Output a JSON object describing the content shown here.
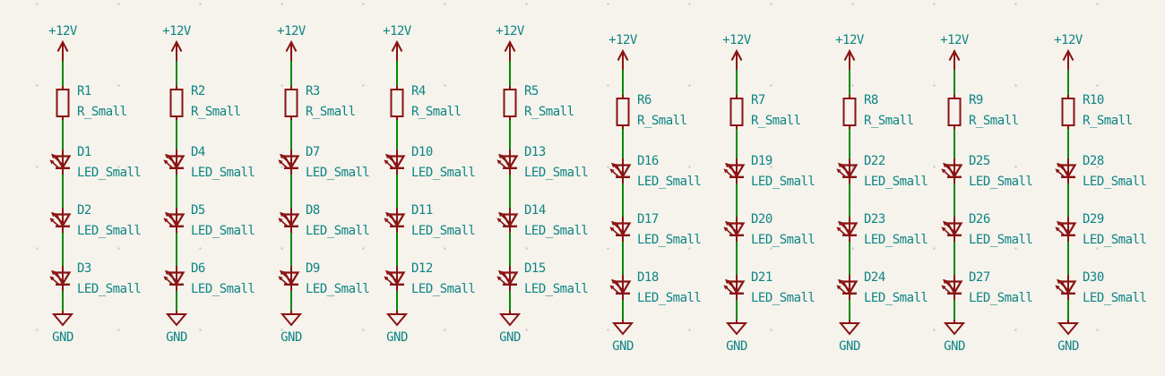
{
  "schematic": {
    "power_net": "+12V",
    "ground_net": "GND",
    "colors": {
      "background": "#f5f3ec",
      "wire": "#008a00",
      "symbol": "#8a1212",
      "text": "#0e8484"
    },
    "columns": [
      {
        "resistor": {
          "ref": "R1",
          "value": "R_Small"
        },
        "leds": [
          {
            "ref": "D1",
            "value": "LED_Small"
          },
          {
            "ref": "D2",
            "value": "LED_Small"
          },
          {
            "ref": "D3",
            "value": "LED_Small"
          }
        ]
      },
      {
        "resistor": {
          "ref": "R2",
          "value": "R_Small"
        },
        "leds": [
          {
            "ref": "D4",
            "value": "LED_Small"
          },
          {
            "ref": "D5",
            "value": "LED_Small"
          },
          {
            "ref": "D6",
            "value": "LED_Small"
          }
        ]
      },
      {
        "resistor": {
          "ref": "R3",
          "value": "R_Small"
        },
        "leds": [
          {
            "ref": "D7",
            "value": "LED_Small"
          },
          {
            "ref": "D8",
            "value": "LED_Small"
          },
          {
            "ref": "D9",
            "value": "LED_Small"
          }
        ]
      },
      {
        "resistor": {
          "ref": "R4",
          "value": "R_Small"
        },
        "leds": [
          {
            "ref": "D10",
            "value": "LED_Small"
          },
          {
            "ref": "D11",
            "value": "LED_Small"
          },
          {
            "ref": "D12",
            "value": "LED_Small"
          }
        ]
      },
      {
        "resistor": {
          "ref": "R5",
          "value": "R_Small"
        },
        "leds": [
          {
            "ref": "D13",
            "value": "LED_Small"
          },
          {
            "ref": "D14",
            "value": "LED_Small"
          },
          {
            "ref": "D15",
            "value": "LED_Small"
          }
        ]
      },
      {
        "resistor": {
          "ref": "R6",
          "value": "R_Small"
        },
        "leds": [
          {
            "ref": "D16",
            "value": "LED_Small"
          },
          {
            "ref": "D17",
            "value": "LED_Small"
          },
          {
            "ref": "D18",
            "value": "LED_Small"
          }
        ]
      },
      {
        "resistor": {
          "ref": "R7",
          "value": "R_Small"
        },
        "leds": [
          {
            "ref": "D19",
            "value": "LED_Small"
          },
          {
            "ref": "D20",
            "value": "LED_Small"
          },
          {
            "ref": "D21",
            "value": "LED_Small"
          }
        ]
      },
      {
        "resistor": {
          "ref": "R8",
          "value": "R_Small"
        },
        "leds": [
          {
            "ref": "D22",
            "value": "LED_Small"
          },
          {
            "ref": "D23",
            "value": "LED_Small"
          },
          {
            "ref": "D24",
            "value": "LED_Small"
          }
        ]
      },
      {
        "resistor": {
          "ref": "R9",
          "value": "R_Small"
        },
        "leds": [
          {
            "ref": "D25",
            "value": "LED_Small"
          },
          {
            "ref": "D26",
            "value": "LED_Small"
          },
          {
            "ref": "D27",
            "value": "LED_Small"
          }
        ]
      },
      {
        "resistor": {
          "ref": "R10",
          "value": "R_Small"
        },
        "leds": [
          {
            "ref": "D28",
            "value": "LED_Small"
          },
          {
            "ref": "D29",
            "value": "LED_Small"
          },
          {
            "ref": "D30",
            "value": "LED_Small"
          }
        ]
      }
    ]
  }
}
